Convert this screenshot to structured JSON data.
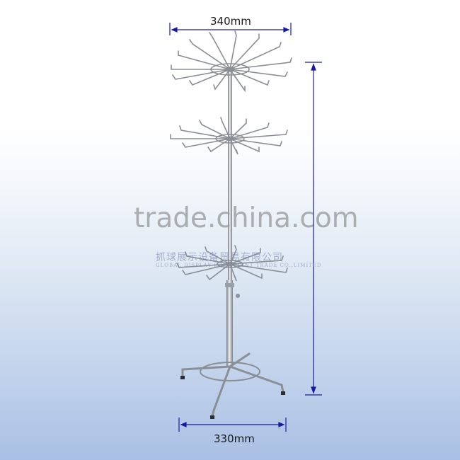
{
  "dimensions": {
    "top_width": "340mm",
    "bottom_width": "330mm"
  },
  "watermark": {
    "main": "trade.china.com",
    "chinese": "抓球展示设备贸易有限公司",
    "english": "GLOBAL DISPLAY EQUIPMENT TRADE CO.,LIMITED"
  },
  "colors": {
    "dimension_line": "#1a1aa0",
    "rack_metal": "#8a8f96",
    "background_bottom": "#a9c0e4"
  }
}
